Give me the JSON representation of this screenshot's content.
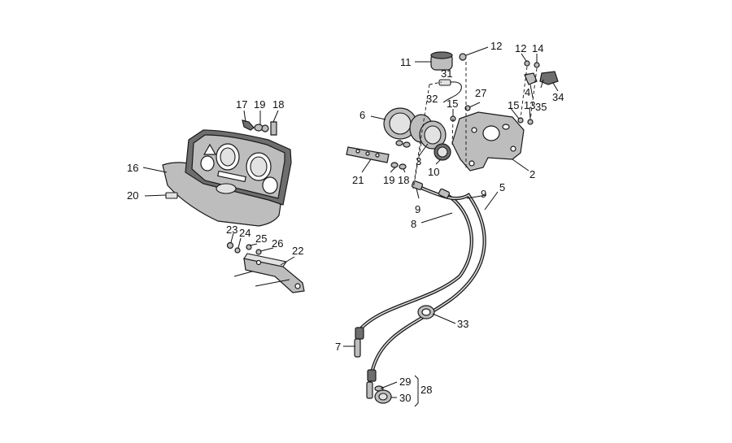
{
  "diagram": {
    "callouts": [
      {
        "id": "c11",
        "text": "11"
      },
      {
        "id": "c12a",
        "text": "12"
      },
      {
        "id": "c12b",
        "text": "12"
      },
      {
        "id": "c14",
        "text": "14"
      },
      {
        "id": "c31",
        "text": "31"
      },
      {
        "id": "c32",
        "text": "32"
      },
      {
        "id": "c27",
        "text": "27"
      },
      {
        "id": "c4",
        "text": "4"
      },
      {
        "id": "c15a",
        "text": "15"
      },
      {
        "id": "c15b",
        "text": "15"
      },
      {
        "id": "c13",
        "text": "13"
      },
      {
        "id": "c35",
        "text": "35"
      },
      {
        "id": "c34",
        "text": "34"
      },
      {
        "id": "c6",
        "text": "6"
      },
      {
        "id": "c3",
        "text": "3"
      },
      {
        "id": "c10",
        "text": "10"
      },
      {
        "id": "c2",
        "text": "2"
      },
      {
        "id": "c21",
        "text": "21"
      },
      {
        "id": "c19b",
        "text": "19"
      },
      {
        "id": "c18b",
        "text": "18"
      },
      {
        "id": "c9a",
        "text": "9"
      },
      {
        "id": "c9b",
        "text": "9"
      },
      {
        "id": "c5",
        "text": "5"
      },
      {
        "id": "c8",
        "text": "8"
      },
      {
        "id": "c17",
        "text": "17"
      },
      {
        "id": "c19a",
        "text": "19"
      },
      {
        "id": "c18a",
        "text": "18"
      },
      {
        "id": "c16",
        "text": "16"
      },
      {
        "id": "c20",
        "text": "20"
      },
      {
        "id": "c23",
        "text": "23"
      },
      {
        "id": "c24",
        "text": "24"
      },
      {
        "id": "c25",
        "text": "25"
      },
      {
        "id": "c26",
        "text": "26"
      },
      {
        "id": "c22",
        "text": "22"
      },
      {
        "id": "c33",
        "text": "33"
      },
      {
        "id": "c7",
        "text": "7"
      },
      {
        "id": "c29",
        "text": "29"
      },
      {
        "id": "c28",
        "text": "28"
      },
      {
        "id": "c30",
        "text": "30"
      }
    ]
  }
}
